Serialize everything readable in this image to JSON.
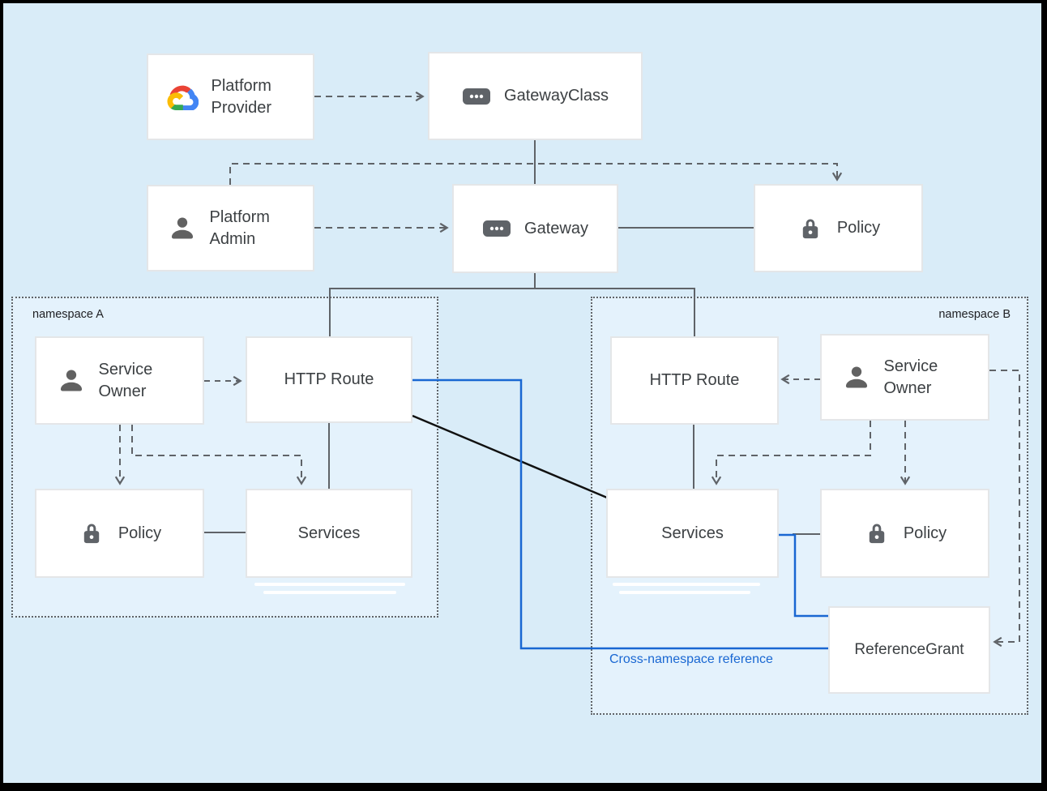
{
  "diagram": {
    "namespaces": {
      "a": {
        "label": "namespace A"
      },
      "b": {
        "label": "namespace B"
      }
    },
    "nodes": {
      "platform_provider": {
        "label": "Platform Provider",
        "icon": "google-cloud-icon"
      },
      "gateway_class": {
        "label": "GatewayClass",
        "icon": "resource-chip-icon"
      },
      "platform_admin": {
        "label": "Platform Admin",
        "icon": "person-icon"
      },
      "gateway": {
        "label": "Gateway",
        "icon": "resource-chip-icon"
      },
      "policy_top": {
        "label": "Policy",
        "icon": "lock-icon"
      },
      "service_owner_a": {
        "label": "Service Owner",
        "icon": "person-icon"
      },
      "http_route_a": {
        "label": "HTTP Route"
      },
      "policy_a": {
        "label": "Policy",
        "icon": "lock-icon"
      },
      "services_a": {
        "label": "Services"
      },
      "http_route_b": {
        "label": "HTTP Route"
      },
      "service_owner_b": {
        "label": "Service Owner",
        "icon": "person-icon"
      },
      "services_b": {
        "label": "Services"
      },
      "policy_b": {
        "label": "Policy",
        "icon": "lock-icon"
      },
      "reference_grant": {
        "label": "ReferenceGrant"
      }
    },
    "annotation": {
      "cross_namespace_label": "Cross-namespace reference"
    },
    "colors": {
      "canvas": "#d9ecf8",
      "namespace_fill": "#e4f2fc",
      "line_gray": "#5f6368",
      "accent_blue": "#1967d2",
      "black_line": "#111111",
      "icon_gray": "#5f6368",
      "gcp_red": "#EA4335",
      "gcp_blue": "#4285F4",
      "gcp_green": "#34A853",
      "gcp_yellow": "#FBBC05"
    }
  }
}
